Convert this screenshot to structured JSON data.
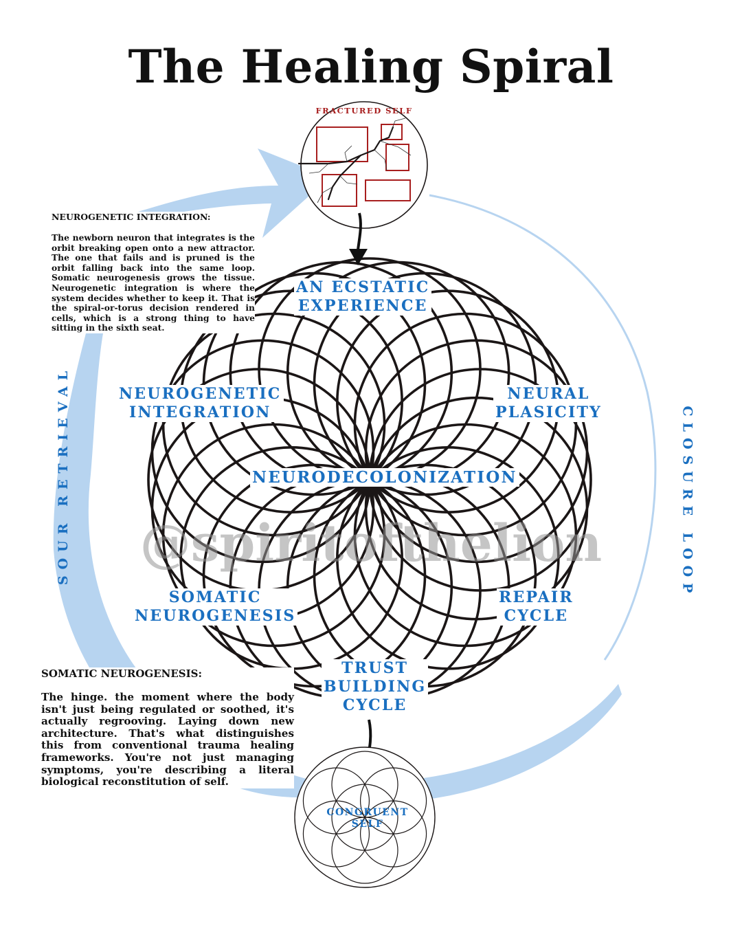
{
  "title": "The Healing Spiral",
  "top_node": "FRACTURED SELF",
  "bottom_node": "CONGRUENT SELF",
  "nodes": {
    "top": [
      "AN ECSTATIC",
      "EXPERIENCE"
    ],
    "upper_left": [
      "NEUROGENETIC",
      "INTEGRATION"
    ],
    "upper_right": [
      "NEURAL",
      "PLASICITY"
    ],
    "center": "NEURODECOLONIZATION",
    "lower_left": [
      "SOMATIC",
      "NEUROGENESIS"
    ],
    "lower_right": [
      "REPAIR",
      "CYCLE"
    ],
    "bottom": [
      "TRUST",
      "BUILDING",
      "CYCLE"
    ]
  },
  "left_arc_label": "SOUR RETRIEVAL",
  "right_arc_label": "CLOSURE LOOP",
  "descriptions": [
    {
      "heading": "NEUROGENETIC INTEGRATION:",
      "body": "The newborn neuron that integrates is the orbit breaking open onto a new attractor. The one that fails and is pruned is the orbit falling back into the same loop. Somatic neurogenesis grows the tissue. Neurogenetic integration is where the system decides whether to keep it. That is the spiral-or-torus decision rendered in cells, which is a strong thing to have sitting in the sixth seat."
    },
    {
      "heading": "SOMATIC NEUROGENESIS:",
      "body": "The hinge. the moment where the body isn't just being regulated or soothed, it's actually regrooving. Laying down new architecture. That's what distinguishes this from conventional trauma healing frameworks. You're not just managing symptoms, you're describing a literal biological reconstitution of self."
    }
  ],
  "watermark": "@spiritofthelion",
  "colors": {
    "blue_text": "#1a6fc0",
    "light_blue": "#b7d4f0",
    "fracture_red": "#a81e1e",
    "ink": "#1b1616"
  }
}
